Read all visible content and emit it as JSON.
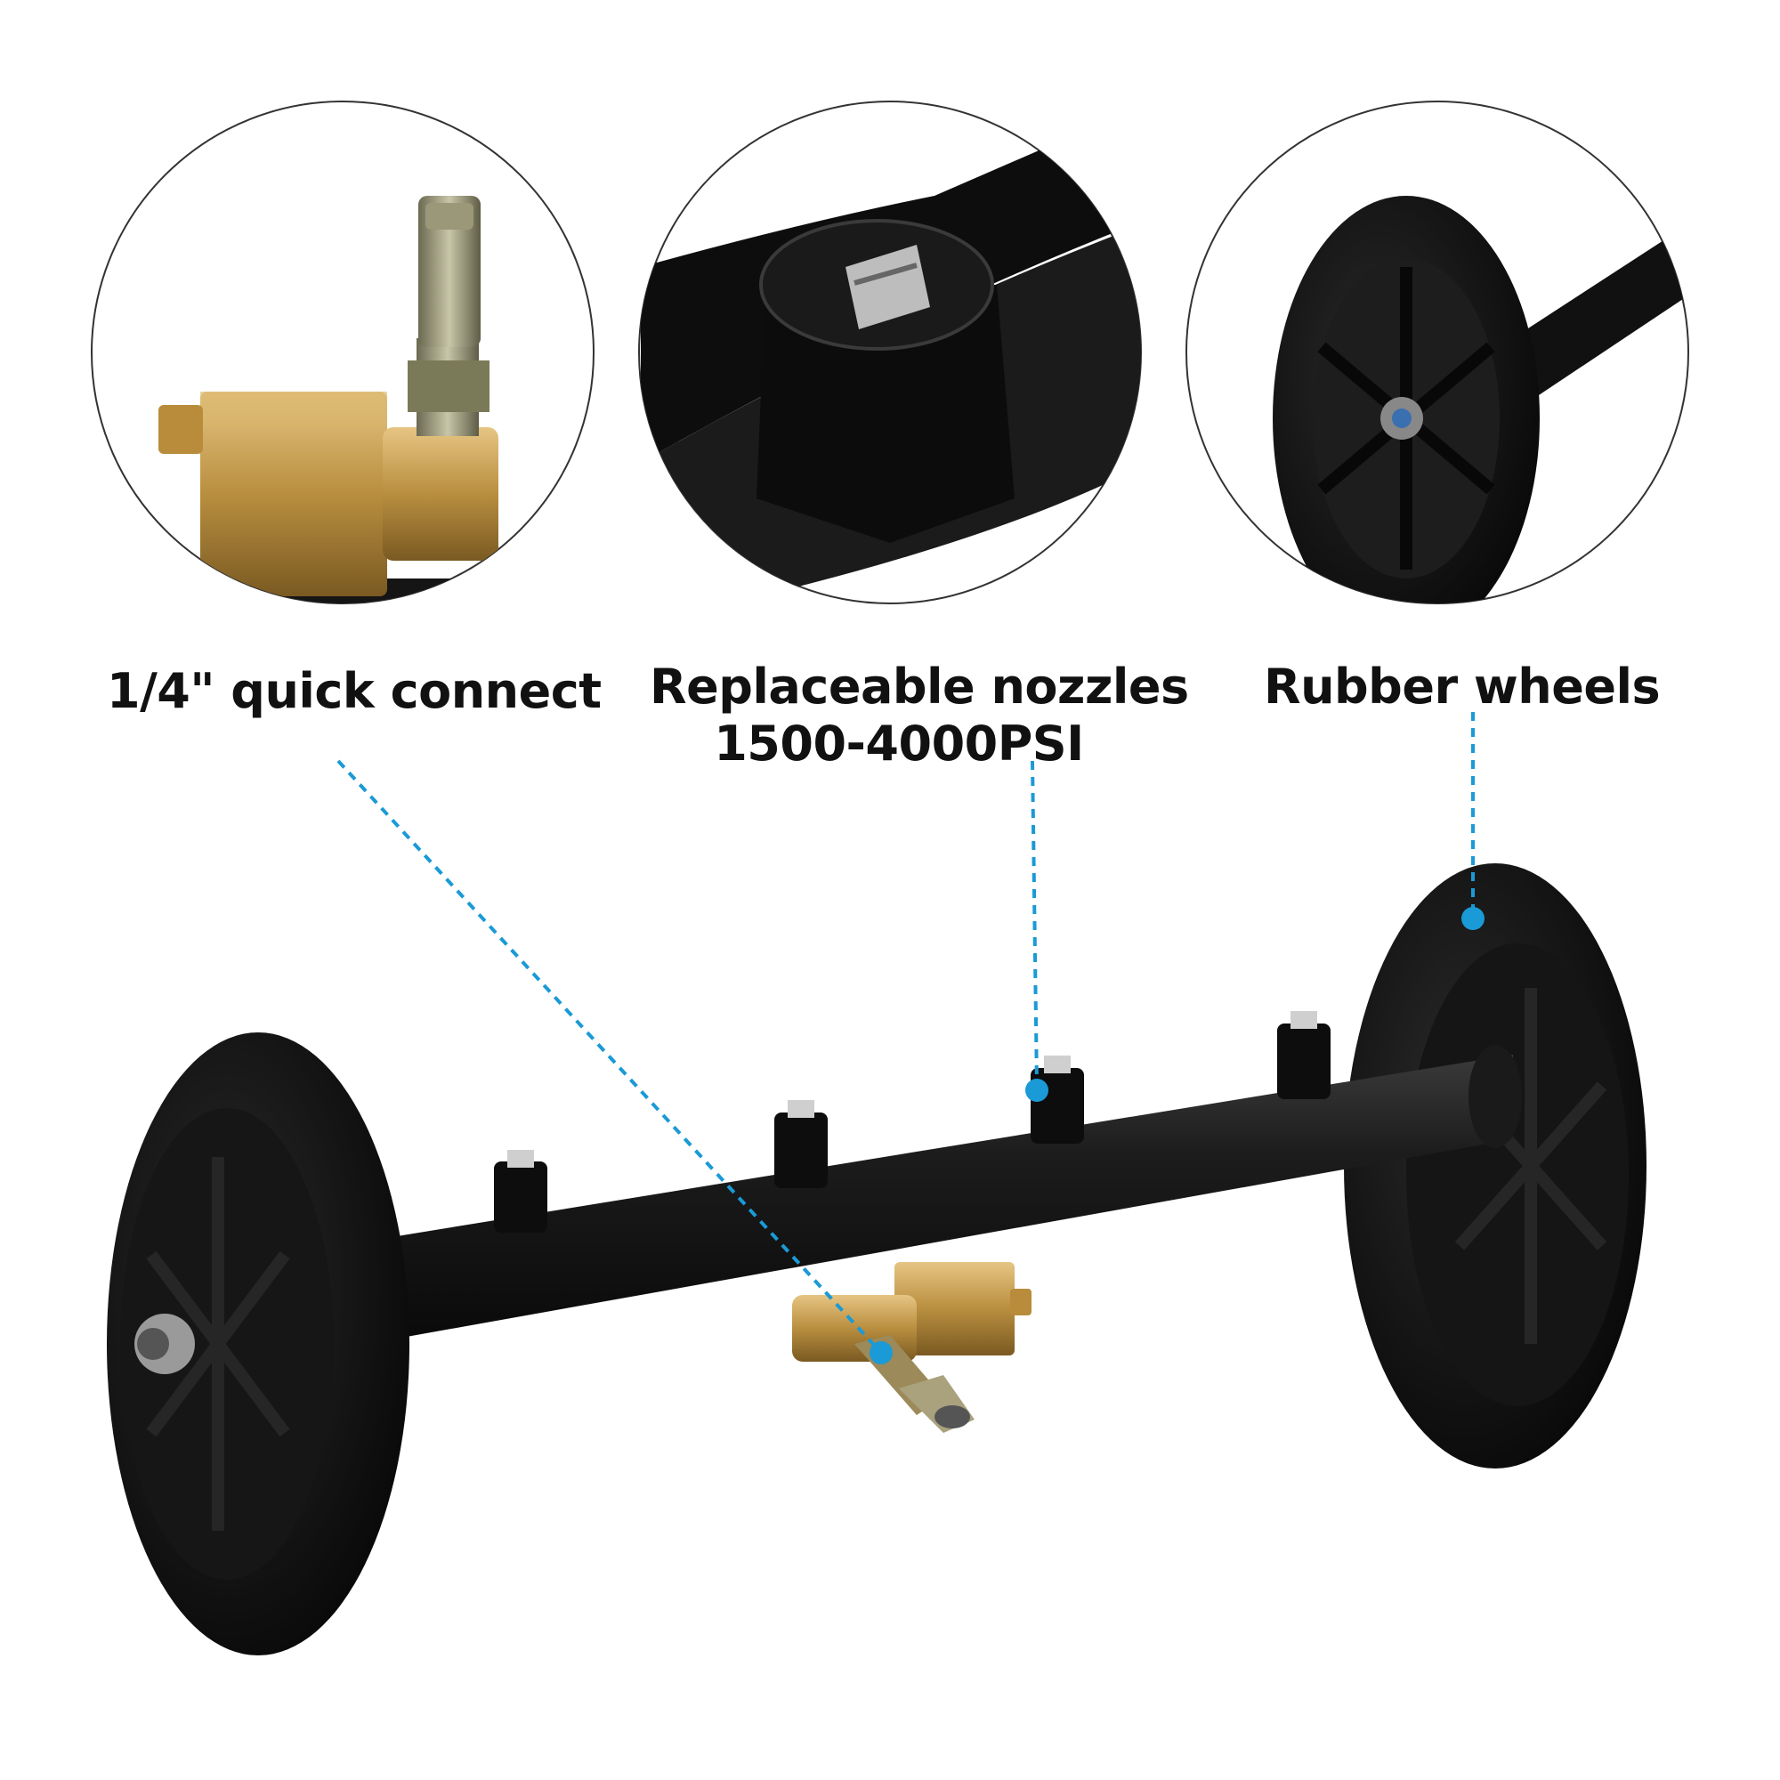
{
  "callouts": [
    {
      "text": "1/4\" quick connect"
    },
    {
      "text": "Replaceable nozzles",
      "subtext": "1500-4000PSI"
    },
    {
      "text": "Rubber wheels"
    }
  ],
  "colors": {
    "background": "#ffffff",
    "leader_line": "#1a9ad6",
    "label_text": "#111111",
    "body_black": "#141414",
    "brass": "#c29a4e"
  },
  "icons": [
    "quick-connect-detail",
    "nozzle-detail",
    "wheel-detail",
    "undercarriage-cleaner-product"
  ]
}
